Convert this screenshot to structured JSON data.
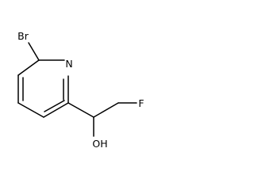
{
  "molecule": {
    "atoms": {
      "bromine": "Br",
      "ring_nitrogen": "N",
      "fluorine": "F",
      "hydroxyl": "OH"
    },
    "colors": {
      "bond": "#000000",
      "label": "#000000",
      "background": "#ffffff"
    }
  }
}
